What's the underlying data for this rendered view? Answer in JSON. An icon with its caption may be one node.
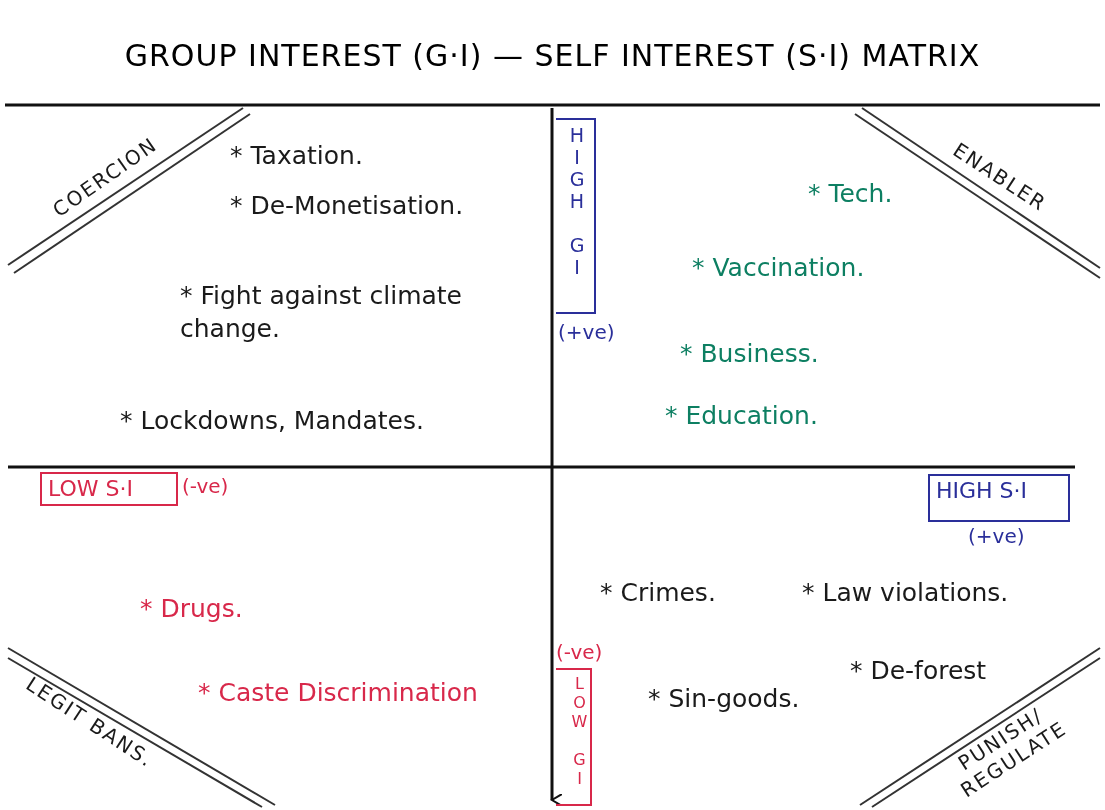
{
  "diagram": {
    "title": "GROUP INTEREST (G·I) — SELF INTEREST (S·I) MATRIX",
    "nodes": [
      {
        "text": [
          "HIGH GI"
        ],
        "beside": [
          "(+ve)"
        ]
      },
      {
        "text": [
          "LOW S·I"
        ],
        "beside": [
          "(-ve)"
        ]
      },
      {
        "text": [
          "HIGH S·I"
        ],
        "beside": [
          "(+ve)"
        ]
      },
      {
        "text": [
          "LOW GI"
        ],
        "beside": [
          "(-ve)"
        ]
      }
    ],
    "labels": [
      "COERCION",
      "* Taxation.",
      "ENABLER",
      "* De-Monetisation.",
      "* Tech.",
      "* Vaccination.",
      "* Fight against climate change.",
      "* Business.",
      "* Lockdowns, Mandates.",
      "* Education.",
      "* Drugs.",
      "* Crimes.",
      "* Law violations.",
      "* De-forest",
      "LEGIT BANS.",
      "* Caste Discrimination",
      "* Sin-goods.",
      "PUNISH/ REGULATE"
    ]
  }
}
